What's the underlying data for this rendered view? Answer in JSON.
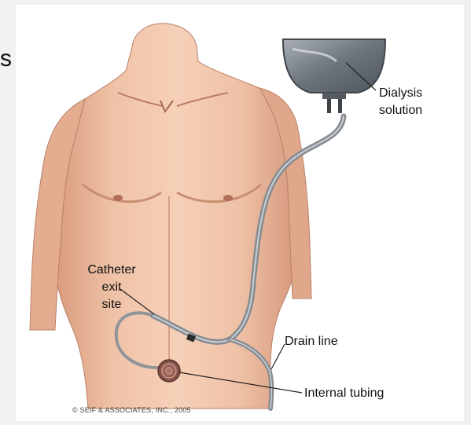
{
  "edge_glyph": "s",
  "labels": {
    "dialysis_line1": "Dialysis",
    "dialysis_line2": "solution",
    "catheter_line1": "Catheter",
    "catheter_line2": "exit",
    "catheter_line3": "site",
    "drain": "Drain line",
    "internal": "Internal tubing"
  },
  "copyright": "© SEIF & ASSOCIATES, INC., 2005",
  "colors": {
    "skin": "#e8b79a",
    "skin_shadow": "#c98f72",
    "tubing": "#8f9499",
    "bag": "#7d848c"
  }
}
